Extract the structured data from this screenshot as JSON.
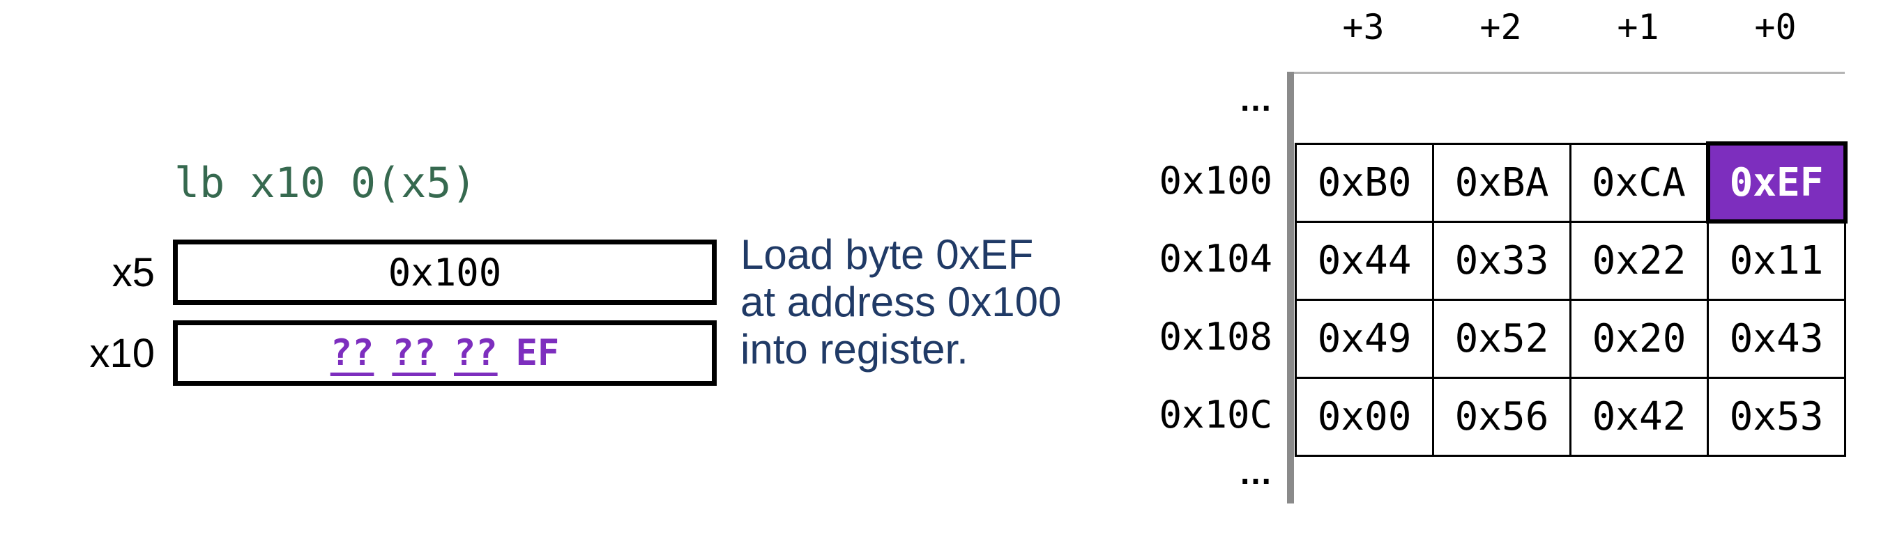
{
  "instruction": {
    "text": "lb x10 0(x5)"
  },
  "registers": [
    {
      "name": "x5",
      "value": "0x100"
    },
    {
      "name": "x10",
      "parts": [
        "??",
        "??",
        "??",
        "EF"
      ]
    }
  ],
  "caption": {
    "lines": [
      "Load byte 0xEF",
      "at address 0x100",
      "into register."
    ]
  },
  "memory": {
    "col_headers": [
      "+3",
      "+2",
      "+1",
      "+0"
    ],
    "top_ellipsis": "…",
    "bottom_ellipsis": "…",
    "rows": [
      {
        "address": "0x100",
        "cells": [
          "0xB0",
          "0xBA",
          "0xCA",
          "0xEF"
        ],
        "highlight_cell": 3
      },
      {
        "address": "0x104",
        "cells": [
          "0x44",
          "0x33",
          "0x22",
          "0x11"
        ]
      },
      {
        "address": "0x108",
        "cells": [
          "0x49",
          "0x52",
          "0x20",
          "0x43"
        ]
      },
      {
        "address": "0x10C",
        "cells": [
          "0x00",
          "0x56",
          "0x42",
          "0x53"
        ]
      }
    ]
  },
  "colors": {
    "green": "#36694f",
    "navy": "#203a66",
    "purple": "#7d2ebe",
    "gray": "#8a8a8a",
    "highlight-text": "#ffffff"
  }
}
